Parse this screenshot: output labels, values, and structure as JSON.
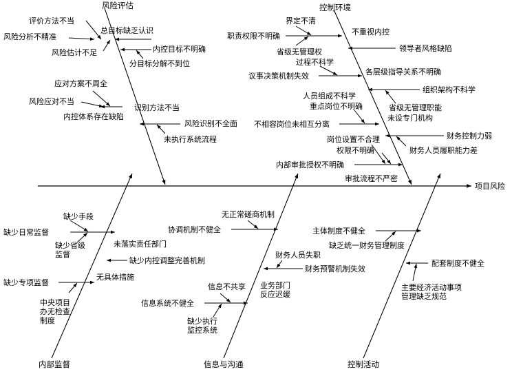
{
  "head": "项目风险",
  "bones": {
    "risk_assessment": {
      "title": "风险评估",
      "causes": [
        {
          "label": "总目标缺乏认识",
          "subs": [
            "评价方法不当",
            "风险分析不精准",
            "风险估计不足"
          ]
        },
        {
          "label": "内控目标不明确",
          "subs": [
            "分目标分解不到位"
          ]
        },
        {
          "label": "内控体系存在缺陷",
          "subs": [
            "应对方案不周全",
            "风险应对不当"
          ]
        },
        {
          "label": "识别方法不当",
          "subs": []
        },
        {
          "label": "风险识别不全面",
          "subs": [
            "未执行系统流程"
          ]
        }
      ]
    },
    "control_environment": {
      "title": "控制环境",
      "causes": [
        {
          "label": "不重视内控",
          "subs": [
            "界定不清",
            "职责权限不明确",
            "省级无管理权"
          ]
        },
        {
          "label": "领导者风格缺陷",
          "subs": []
        },
        {
          "label": "各层级指导关系不明确",
          "subs": [
            "过程不科学",
            "议事决策机制失效"
          ]
        },
        {
          "label": "组织架构不科学",
          "subs": [
            "省级无管理职能",
            "未设专门机构"
          ]
        },
        {
          "label": "不相容岗位未相互分离",
          "subs": [
            "人员组成不科学",
            "重点岗位不明确"
          ]
        },
        {
          "label": "财务控制力弱",
          "subs": [
            "财务人员履职能力差"
          ]
        },
        {
          "label": "内部审批授权不明确",
          "subs": [
            "岗位设置不合理",
            "权限不明确"
          ]
        },
        {
          "label": "审批流程不严密",
          "subs": []
        }
      ]
    },
    "internal_supervision": {
      "title": "内部监督",
      "causes": [
        {
          "label": "缺少日常监督",
          "subs": [
            "缺少手段",
            "缺少省级\n监督"
          ]
        },
        {
          "label": "未落实责任部门",
          "subs": []
        },
        {
          "label": "缺少内控调整完善机制",
          "subs": []
        },
        {
          "label": "无具体措施",
          "subs": []
        },
        {
          "label": "缺少专项监督",
          "subs": [
            "中央项目\n办无检查\n制度"
          ]
        }
      ]
    },
    "information_communication": {
      "title": "信息与沟通",
      "causes": [
        {
          "label": "协调机制不健全",
          "subs": [
            "无正常磋商机制"
          ]
        },
        {
          "label": "财务预警机制失效",
          "subs": [
            "财务人员失职"
          ]
        },
        {
          "label": "业务部门\n反应迟缓",
          "subs": []
        },
        {
          "label": "信息系统不健全",
          "subs": [
            "信息不共享",
            "缺少执行\n监控系统"
          ]
        }
      ]
    },
    "control_activities": {
      "title": "控制活动",
      "causes": [
        {
          "label": "主体制度不健全",
          "subs": [
            "缺乏统一财务管理制度"
          ]
        },
        {
          "label": "配套制度不健全",
          "subs": [
            "主要经济活动事项\n管理缺乏规范"
          ]
        }
      ]
    }
  }
}
